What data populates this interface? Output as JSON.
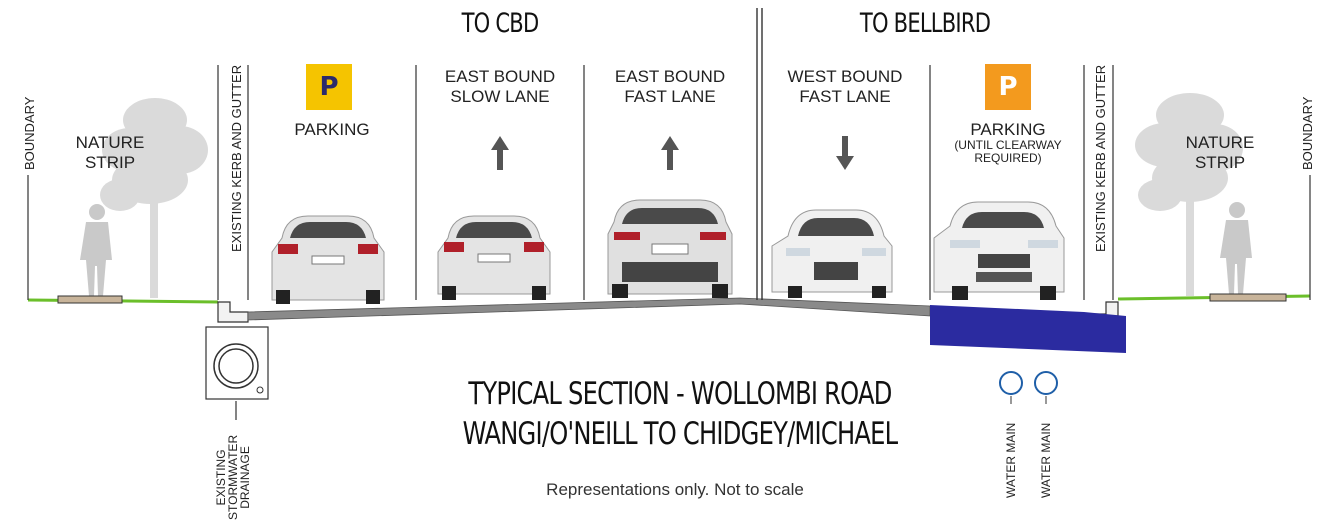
{
  "headers": {
    "left": "TO CBD",
    "right": "TO BELLBIRD"
  },
  "lanes": {
    "parking_left": "PARKING",
    "east_slow": [
      "EAST BOUND",
      "SLOW LANE"
    ],
    "east_fast": [
      "EAST BOUND",
      "FAST LANE"
    ],
    "west_fast": [
      "WEST BOUND",
      "FAST LANE"
    ],
    "parking_right": "PARKING",
    "parking_right_note": [
      "(UNTIL CLEARWAY",
      "REQUIRED)"
    ]
  },
  "nature_strip": [
    "NATURE",
    "STRIP"
  ],
  "boundary": "BOUNDARY",
  "kerb": "EXISTING KERB AND GUTTER",
  "stormwater": [
    "EXISTING",
    "STORMWATER",
    "DRAINAGE"
  ],
  "water_main": "WATER MAIN",
  "parking_symbol": "P",
  "title": [
    "TYPICAL SECTION - WOLLOMBI ROAD",
    "WANGI/O'NEILL TO CHIDGEY/MICHAEL"
  ],
  "note": "Representations only. Not to scale",
  "colors": {
    "parking_left_badge": "#F5C400",
    "parking_left_text": "#2B2A6B",
    "parking_right_badge": "#F39A1E",
    "parking_right_text": "#ffffff",
    "blue_band": "#2B2BA0",
    "water_main": "#1F5FA8",
    "grass": "#6BBF2A",
    "path": "#C8B49A",
    "road": "#8A8A8A",
    "silhouette": "#D8D8D8"
  }
}
